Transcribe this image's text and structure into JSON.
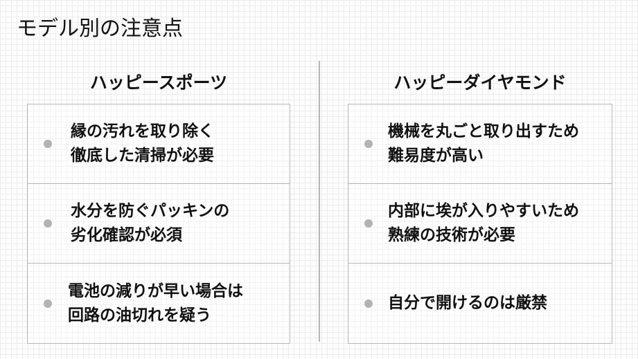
{
  "title": "モデル別の注意点",
  "columns": [
    {
      "heading": "ハッピースポーツ",
      "items": [
        {
          "lines": [
            "縁の汚れを取り除く",
            "徹底した清掃が必要"
          ]
        },
        {
          "lines": [
            "水分を防ぐパッキンの",
            "劣化確認が必須"
          ]
        },
        {
          "lines": [
            "電池の減りが早い場合は",
            "回路の油切れを疑う"
          ]
        }
      ]
    },
    {
      "heading": "ハッピーダイヤモンド",
      "items": [
        {
          "lines": [
            "機械を丸ごと取り出すため",
            "難易度が高い"
          ]
        },
        {
          "lines": [
            "内部に埃が入りやすいため",
            "熟練の技術が必要"
          ]
        },
        {
          "lines": [
            "自分で開けるのは厳禁"
          ]
        }
      ]
    }
  ],
  "colors": {
    "grid": "#ececec",
    "border": "#b8b8b8",
    "bullet": "#b3b3b3",
    "text": "#111111"
  }
}
